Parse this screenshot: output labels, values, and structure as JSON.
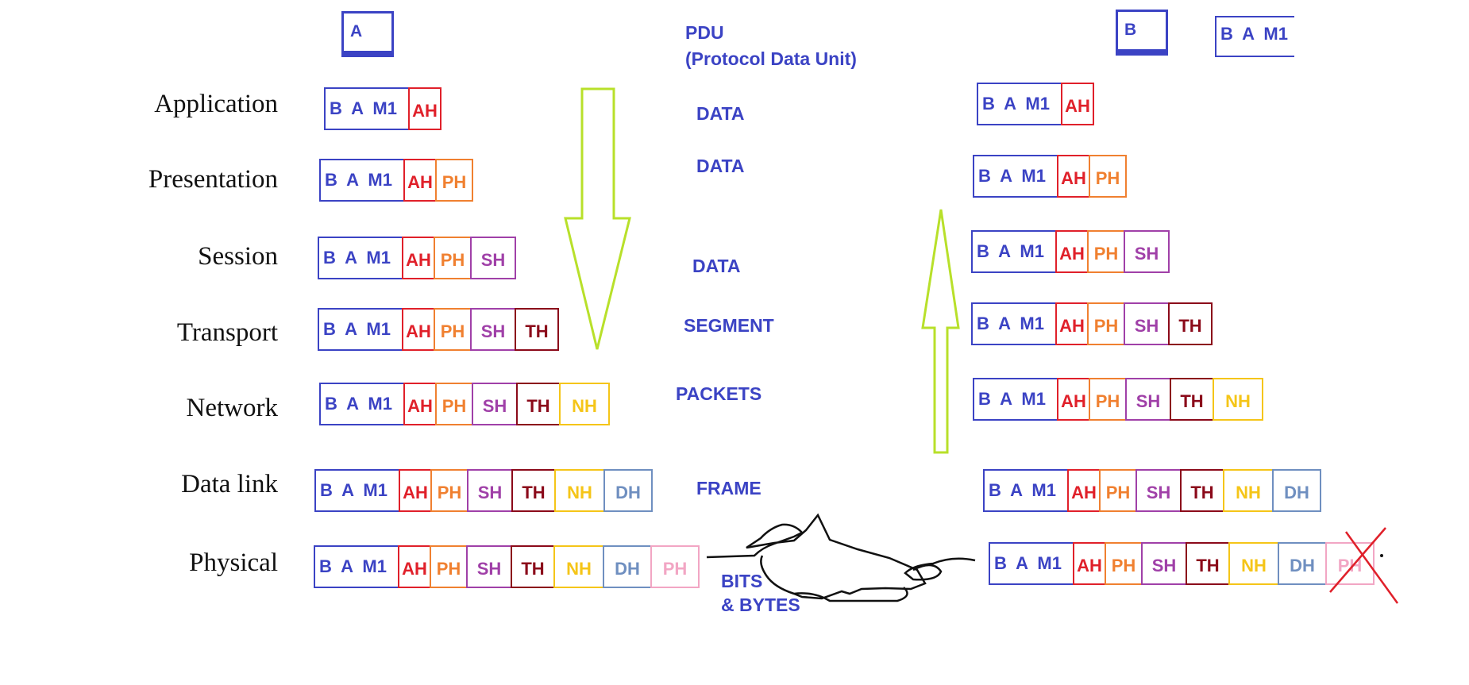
{
  "sender": {
    "host": "A"
  },
  "receiver": {
    "host": "B",
    "delivered_message": "B  A  M1"
  },
  "pdu_heading": {
    "title": "PDU",
    "subtitle": "(Protocol Data Unit)"
  },
  "message": "B  A  M1",
  "headers": [
    "AH",
    "PH",
    "SH",
    "TH",
    "NH",
    "DH",
    "PH"
  ],
  "header_colors": {
    "AH": "#e0202a",
    "PH": "#f08030",
    "SH": "#a040a8",
    "TH": "#8b0a1a",
    "NH": "#f5c518",
    "DH": "#6f8fc0",
    "PH_phys": "#f2a6c4"
  },
  "message_color": "#3b43c4",
  "layers": [
    {
      "name": "Application",
      "pdu": "DATA"
    },
    {
      "name": "Presentation",
      "pdu": "DATA"
    },
    {
      "name": "Session",
      "pdu": "DATA"
    },
    {
      "name": "Transport",
      "pdu": "SEGMENT"
    },
    {
      "name": "Network",
      "pdu": "PACKETS"
    },
    {
      "name": "Data link",
      "pdu": "FRAME"
    },
    {
      "name": "Physical",
      "pdu": "BITS\n& BYTES"
    }
  ],
  "arrows": {
    "down_color": "#b8e02a",
    "up_color": "#b8e02a"
  },
  "receiver_physical_header_removed": true
}
